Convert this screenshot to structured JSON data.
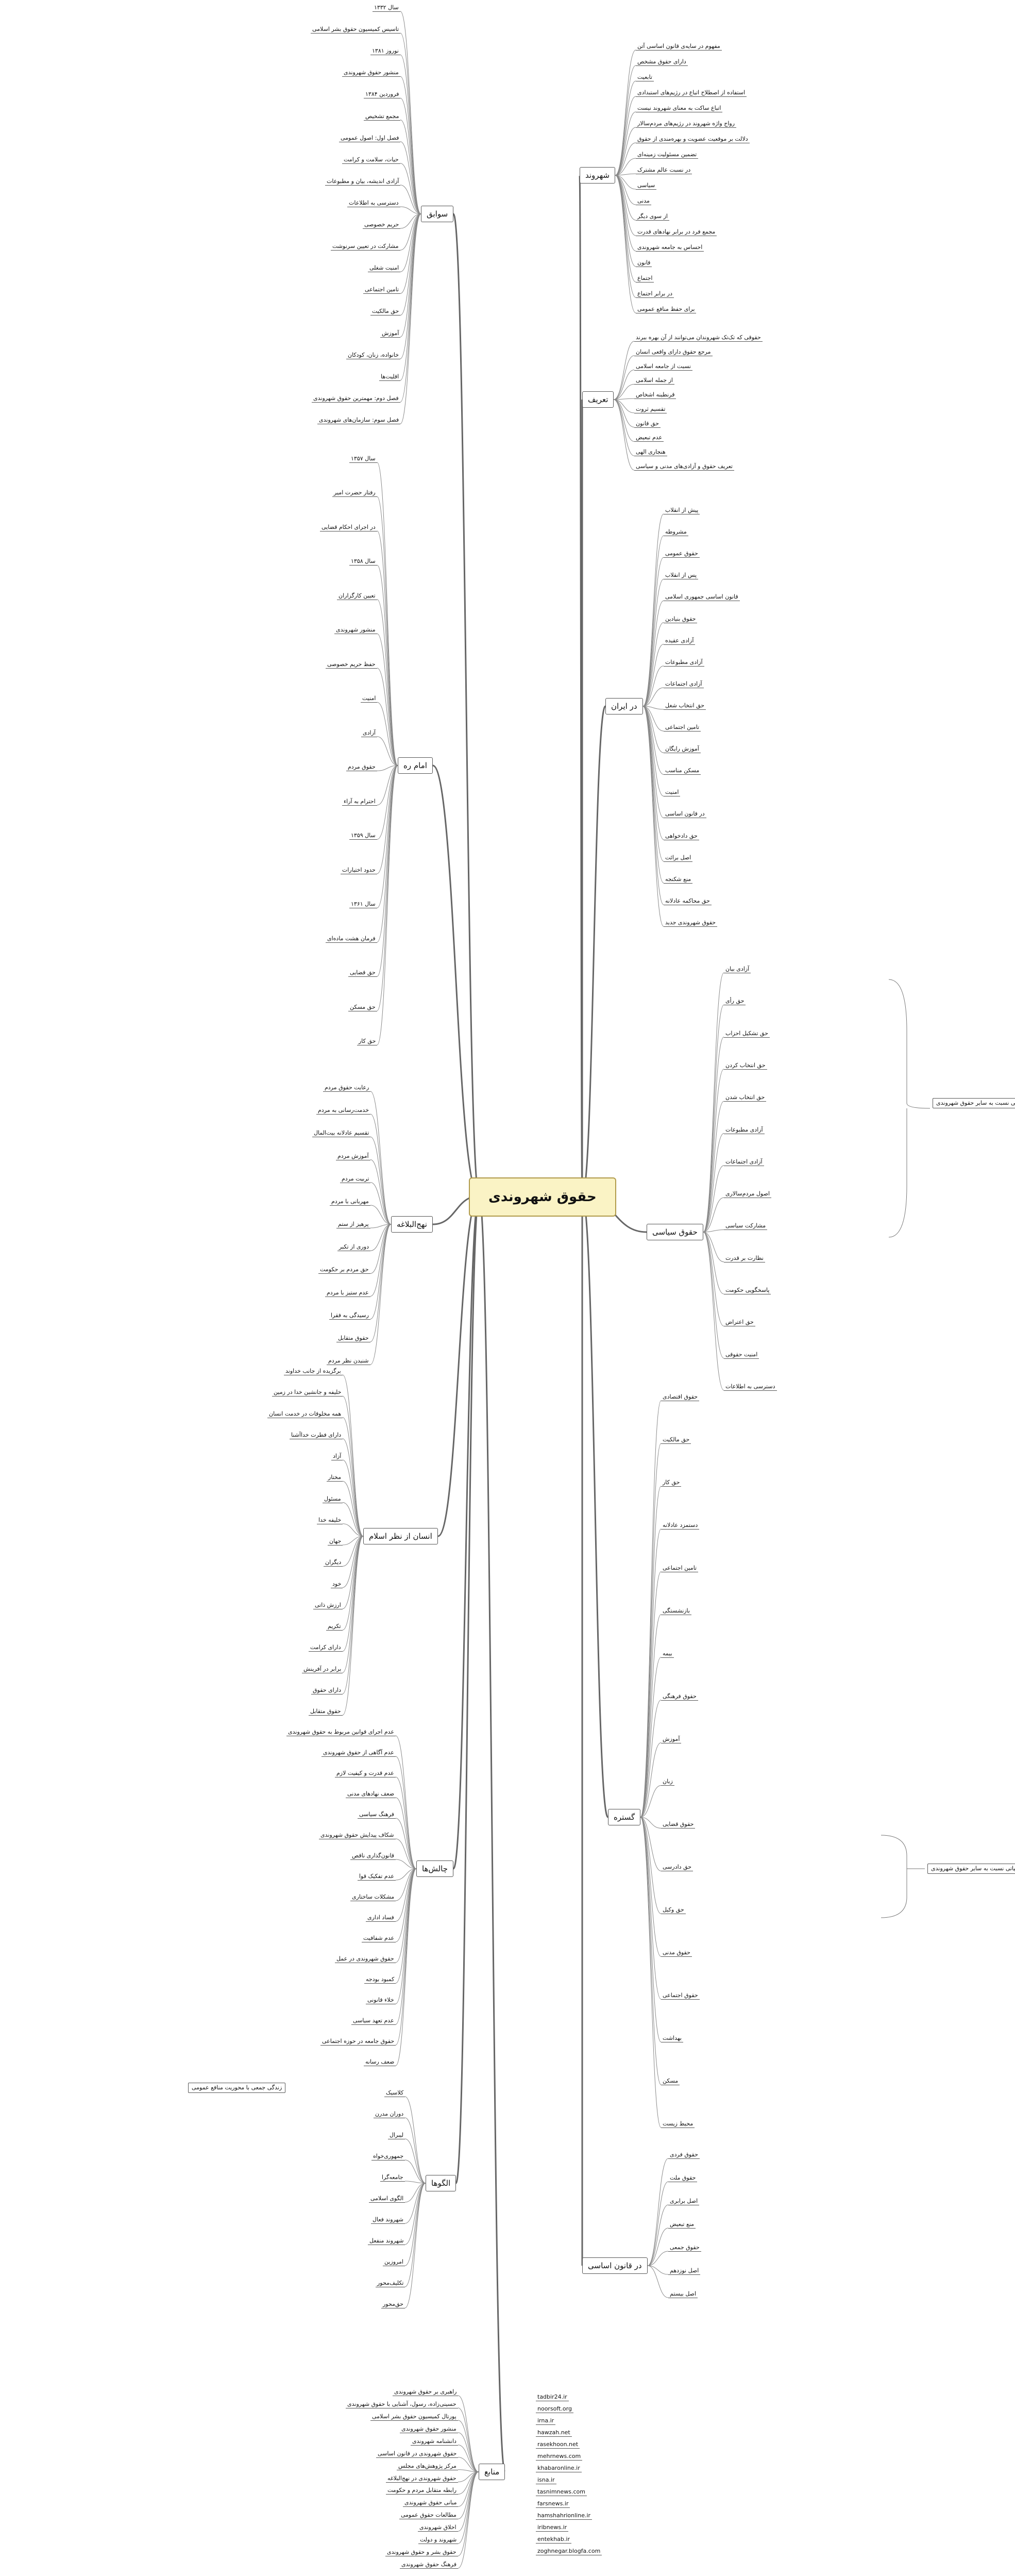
{
  "mindmap": {
    "root": "حقوق شهروندی",
    "branches": [
      {
        "label": "شهروند",
        "side": "right"
      },
      {
        "label": "تعریف",
        "side": "right"
      },
      {
        "label": "در ایران",
        "side": "right"
      },
      {
        "label": "حقوق سیاسی",
        "side": "right"
      },
      {
        "label": "گستره",
        "side": "right"
      },
      {
        "label": "در قانون اساسی",
        "side": "right"
      },
      {
        "label": "سوابق",
        "side": "left"
      },
      {
        "label": "امام ره",
        "side": "left"
      },
      {
        "label": "نهج‌البلاغه",
        "side": "left"
      },
      {
        "label": "انسان از نظر اسلام",
        "side": "left"
      },
      {
        "label": "چالش‌ها",
        "side": "left"
      },
      {
        "label": "الگوها",
        "side": "left"
      },
      {
        "label": "منابع",
        "side": "left"
      }
    ]
  },
  "shahrvand": {
    "items": [
      "مفهوم در سایه‌ی قانون اساسی آتن",
      "دارای حقوق مشخص",
      "تابعیت",
      "استفاده از اصطلاح اتباع در رژیم‌های استبدادی",
      "اتباع ساکت به معنای شهروند نیست",
      "رواج واژه شهروند در رژیم‌های مردم‌سالار",
      "دلالت بر موقعیت عضویت و بهره‌مندی از حقوق",
      "تضمین مسئولیت زمینه‌ای",
      "در نسبت عالم مشترک",
      "سیاسی",
      "مدنی",
      "از سوی دیگر",
      "مجمع فرد در برابر نهادهای قدرت",
      "احساس به جامعه شهروندی",
      "قانون",
      "اجتماع",
      "در برابر اجتماع",
      "برای حفظ منافع عمومی"
    ]
  },
  "tarif": {
    "items": [
      "حقوقی که تک‌تک شهروندان می‌توانند از آن بهره ببرند",
      "مرجع حقوق دارای واقعی انسان",
      "نسبت از جامعه اسلامی",
      "از جمله اسلامی",
      "قرنطینه اشخاص",
      "تقسیم ثروت",
      "حق قانون",
      "عدم تبعیض",
      "هنجاری الهی",
      "تعریف حقوق و آزادی‌های مدنی و سیاسی"
    ]
  },
  "iran": {
    "items": [
      "پیش از انقلاب",
      "مشروطه",
      "حقوق عمومی",
      "پس از انقلاب",
      "قانون اساسی جمهوری اسلامی",
      "حقوق بنیادین",
      "آزادی عقیده",
      "آزادی مطبوعات",
      "آزادی اجتماعات",
      "حق انتخاب شغل",
      "تامین اجتماعی",
      "آموزش رایگان",
      "مسکن مناسب",
      "امنیت",
      "در قانون اساسی",
      "حق دادخواهی",
      "اصل برائت",
      "منع شکنجه",
      "حق محاکمه عادلانه",
      "حقوق شهروندی جدید"
    ]
  },
  "siasi": {
    "items": [
      "آزادی بیان",
      "حق رأی",
      "حق تشکیل احزاب",
      "حق انتخاب کردن",
      "حق انتخاب شدن",
      "آزادی مطبوعات",
      "آزادی اجتماعات",
      "اصول مردم‌سالاری",
      "مشارکت سیاسی",
      "نظارت بر قدرت",
      "پاسخگویی حکومت",
      "حق اعتراض",
      "امنیت حقوقی",
      "دسترسی به اطلاعات"
    ],
    "side_note": "اهمیت حیاتی نسبت به سایر حقوق شهروندی"
  },
  "gostareh": {
    "items": [
      "حقوق اقتصادی",
      "حق مالکیت",
      "حق کار",
      "دستمزد عادلانه",
      "تامین اجتماعی",
      "بازنشستگی",
      "بیمه",
      "حقوق فرهنگی",
      "آموزش",
      "زبان",
      "حقوق قضایی",
      "حق دادرسی",
      "حق وکیل",
      "حقوق مدنی",
      "حقوق اجتماعی",
      "بهداشت",
      "مسکن",
      "محیط زیست"
    ],
    "side_note": "اهمیت حیاتی نسبت به سایر حقوق شهروندی"
  },
  "ghanoon_asasi": {
    "items": [
      "حقوق فردی",
      "حقوق ملت",
      "اصل برابری",
      "منع تبعیض",
      "حقوق جمعی",
      "اصل نوزدهم",
      "اصل بیستم"
    ]
  },
  "savabegh": {
    "items": [
      "سال ۱۳۳۲",
      "تاسیس کمیسیون حقوق بشر اسلامی",
      "نوروز ۱۳۸۱",
      "منشور حقوق شهروندی",
      "فروردین ۱۳۸۴",
      "مجمع تشخیص",
      "فصل اول: اصول عمومی",
      "حیات، سلامت و کرامت",
      "آزادی اندیشه، بیان و مطبوعات",
      "دسترسی به اطلاعات",
      "حریم خصوصی",
      "مشارکت در تعیین سرنوشت",
      "امنیت شغلی",
      "تامین اجتماعی",
      "حق مالکیت",
      "آموزش",
      "خانواده، زنان، کودکان",
      "اقلیت‌ها",
      "فصل دوم: مهمترین حقوق شهروندی",
      "فصل سوم: سازمان‌های شهروندی"
    ]
  },
  "imam": {
    "items": [
      "سال ۱۳۵۷",
      "رفتار حضرت امیر",
      "در اجرای احکام قضایی",
      "سال ۱۳۵۸",
      "تعیین کارگزاران",
      "منشور شهروندی",
      "حفظ حریم خصوصی",
      "امنیت",
      "آزادی",
      "حقوق مردم",
      "احترام به آراء",
      "سال ۱۳۵۹",
      "حدود اختیارات",
      "سال ۱۳۶۱",
      "فرمان هشت ماده‌ای",
      "حق قضایی",
      "حق مسکن",
      "حق کار"
    ]
  },
  "nahj": {
    "items": [
      "رعایت حقوق مردم",
      "خدمت‌رسانی به مردم",
      "تقسیم عادلانه بیت‌المال",
      "آموزش مردم",
      "تربیت مردم",
      "مهربانی با مردم",
      "پرهیز از ستم",
      "دوری از تکبر",
      "حق مردم بر حکومت",
      "عدم ستیز با مردم",
      "رسیدگی به فقرا",
      "حقوق متقابل",
      "شنیدن نظر مردم"
    ]
  },
  "ensan": {
    "items": [
      "برگزیده از جانب خداوند",
      "خلیفه و جانشین خدا در زمین",
      "همه مخلوقات در خدمت انسان",
      "دارای فطرت خداآشنا",
      "آزاد",
      "مختار",
      "مسئول",
      "خلیفه خدا",
      "جهان",
      "دیگران",
      "خود",
      "ارزش ذاتی",
      "تکریم",
      "دارای کرامت",
      "برابر در آفرینش",
      "دارای حقوق",
      "حقوق متقابل"
    ]
  },
  "chalesh": {
    "items": [
      "عدم اجرای قوانین مربوط به حقوق شهروندی",
      "عدم آگاهی از حقوق شهروندی",
      "عدم قدرت و کیفیت لازم",
      "ضعف نهادهای مدنی",
      "فرهنگ سیاسی",
      "شکاف پیدایش حقوق شهروندی",
      "قانون‌گذاری ناقص",
      "عدم تفکیک قوا",
      "مشکلات ساختاری",
      "فساد اداری",
      "عدم شفافیت",
      "حقوق شهروندی در عمل",
      "کمبود بودجه",
      "خلاء قانونی",
      "عدم تعهد سیاسی",
      "حقوق جامعه در حوزه اجتماعی",
      "ضعف رسانه"
    ]
  },
  "olgoo": {
    "items": [
      "کلاسیک",
      "دوران مدرن",
      "لیبرال",
      "جمهوری‌خواه",
      "جامعه‌گرا",
      "الگوی اسلامی",
      "شهروند فعال",
      "شهروند منفعل",
      "امروزین",
      "تکلیف‌محور",
      "حق‌محور"
    ],
    "side_note": "زندگی جمعی با محوریت منافع عمومی"
  },
  "manabe": {
    "items": [
      "راهبری بر حقوق شهروندی",
      "حسینی‌زاده، رسول، آشنایی با حقوق شهروندی",
      "پورتال کمیسیون حقوق بشر اسلامی",
      "منشور حقوق شهروندی",
      "دانشنامه شهروندی",
      "حقوق شهروندی در قانون اساسی",
      "مرکز پژوهش‌های مجلس",
      "حقوق شهروندی در نهج‌البلاغه",
      "رابطه متقابل مردم و حکومت",
      "مبانی حقوق شهروندی",
      "مطالعات حقوق عمومی",
      "اخلاق شهروندی",
      "شهروند و دولت",
      "حقوق بشر و حقوق شهروندی",
      "فرهنگ حقوق شهروندی"
    ],
    "websites": [
      "tadbir24.ir",
      "noorsoft.org",
      "irna.ir",
      "hawzah.net",
      "rasekhoon.net",
      "mehrnews.com",
      "khabaronline.ir",
      "isna.ir",
      "tasnimnews.com",
      "farsnews.ir",
      "hamshahrionline.ir",
      "iribnews.ir",
      "entekhab.ir",
      "zoghnegar.blogfa.com"
    ]
  }
}
